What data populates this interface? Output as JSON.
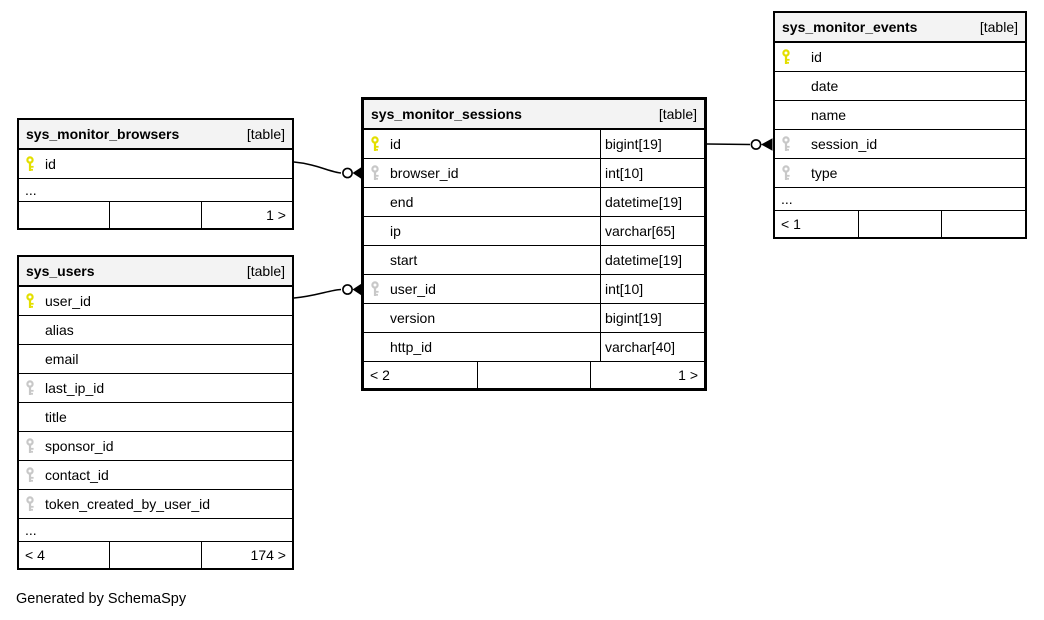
{
  "footer_note": "Generated by SchemaSpy",
  "colors": {
    "primary_key_icon": "#e3df00",
    "foreign_key_icon": "#c8c8c8",
    "table_header_bg": "#f3f3f3",
    "border": "#000000",
    "background": "#ffffff"
  },
  "tables": {
    "browsers": {
      "name": "sys_monitor_browsers",
      "tag": "[table]",
      "columns": [
        {
          "name": "id",
          "key": "pk"
        }
      ],
      "ellipsis": "...",
      "footer": {
        "left": "",
        "mid": "",
        "right": "1 >"
      }
    },
    "users": {
      "name": "sys_users",
      "tag": "[table]",
      "columns": [
        {
          "name": "user_id",
          "key": "pk"
        },
        {
          "name": "alias",
          "key": ""
        },
        {
          "name": "email",
          "key": ""
        },
        {
          "name": "last_ip_id",
          "key": "fk"
        },
        {
          "name": "title",
          "key": ""
        },
        {
          "name": "sponsor_id",
          "key": "fk"
        },
        {
          "name": "contact_id",
          "key": "fk"
        },
        {
          "name": "token_created_by_user_id",
          "key": "fk"
        }
      ],
      "ellipsis": "...",
      "footer": {
        "left": "< 4",
        "mid": "",
        "right": "174 >"
      }
    },
    "sessions": {
      "name": "sys_monitor_sessions",
      "tag": "[table]",
      "columns": [
        {
          "name": "id",
          "key": "pk",
          "type": "bigint[19]"
        },
        {
          "name": "browser_id",
          "key": "fk",
          "type": "int[10]"
        },
        {
          "name": "end",
          "key": "",
          "type": "datetime[19]"
        },
        {
          "name": "ip",
          "key": "",
          "type": "varchar[65]"
        },
        {
          "name": "start",
          "key": "",
          "type": "datetime[19]"
        },
        {
          "name": "user_id",
          "key": "fk",
          "type": "int[10]"
        },
        {
          "name": "version",
          "key": "",
          "type": "bigint[19]"
        },
        {
          "name": "http_id",
          "key": "",
          "type": "varchar[40]"
        }
      ],
      "footer": {
        "left": "< 2",
        "mid": "",
        "right": "1 >"
      }
    },
    "events": {
      "name": "sys_monitor_events",
      "tag": "[table]",
      "columns": [
        {
          "name": "id",
          "key": "pk"
        },
        {
          "name": "date",
          "key": ""
        },
        {
          "name": "name",
          "key": ""
        },
        {
          "name": "session_id",
          "key": "fk"
        },
        {
          "name": "type",
          "key": "fk"
        }
      ],
      "ellipsis": "...",
      "footer": {
        "left": "< 1",
        "mid": "",
        "right": ""
      }
    }
  },
  "relationships": [
    {
      "from": "sys_monitor_browsers.id",
      "to": "sys_monitor_sessions.browser_id"
    },
    {
      "from": "sys_users.user_id",
      "to": "sys_monitor_sessions.user_id"
    },
    {
      "from": "sys_monitor_sessions.id",
      "to": "sys_monitor_events.session_id"
    }
  ]
}
